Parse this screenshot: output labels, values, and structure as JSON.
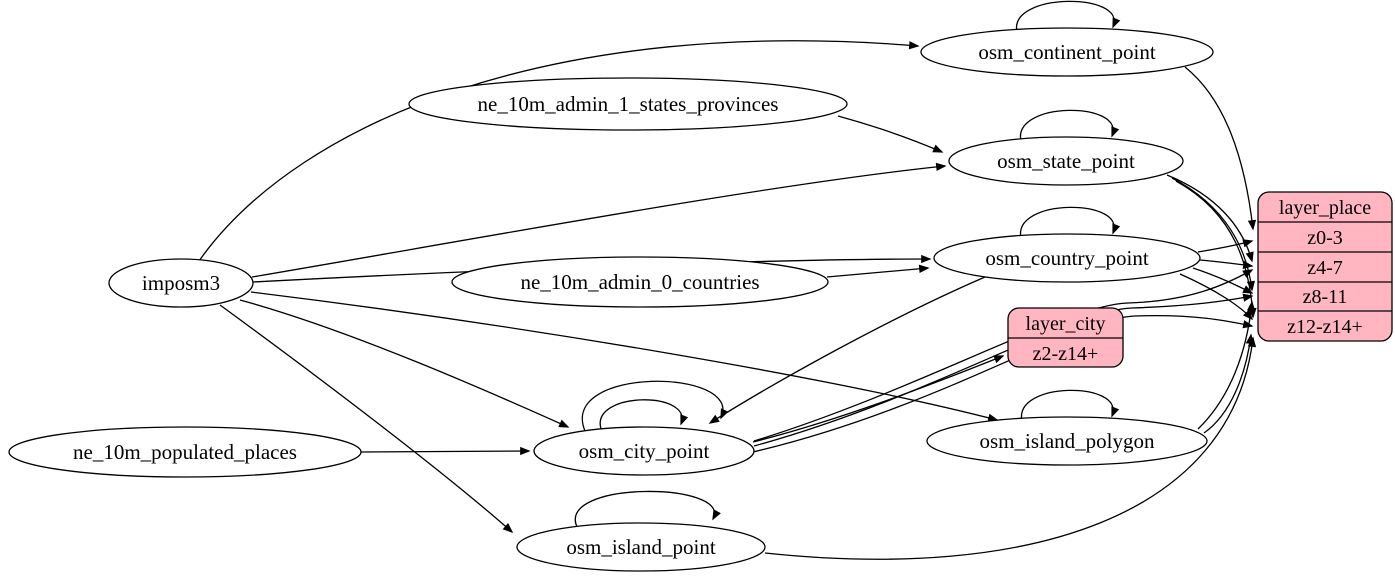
{
  "diagram": {
    "background": "#ffffff",
    "stroke_color": "#000000",
    "table_fill": "#ffffff",
    "layer_fill": "#ffb6c1"
  },
  "nodes": [
    {
      "id": "imposm3",
      "label": "imposm3",
      "kind": "source"
    },
    {
      "id": "ne_10m_admin_1_states_provinces",
      "label": "ne_10m_admin_1_states_provinces",
      "kind": "source"
    },
    {
      "id": "ne_10m_admin_0_countries",
      "label": "ne_10m_admin_0_countries",
      "kind": "source"
    },
    {
      "id": "ne_10m_populated_places",
      "label": "ne_10m_populated_places",
      "kind": "source"
    },
    {
      "id": "osm_continent_point",
      "label": "osm_continent_point",
      "kind": "table"
    },
    {
      "id": "osm_state_point",
      "label": "osm_state_point",
      "kind": "table"
    },
    {
      "id": "osm_country_point",
      "label": "osm_country_point",
      "kind": "table"
    },
    {
      "id": "osm_city_point",
      "label": "osm_city_point",
      "kind": "table"
    },
    {
      "id": "osm_island_polygon",
      "label": "osm_island_polygon",
      "kind": "table"
    },
    {
      "id": "osm_island_point",
      "label": "osm_island_point",
      "kind": "table"
    },
    {
      "id": "layer_city",
      "kind": "layer",
      "header": "layer_city",
      "rows": [
        "z2-z14+"
      ]
    },
    {
      "id": "layer_place",
      "kind": "layer",
      "header": "layer_place",
      "rows": [
        "z0-3",
        "z4-7",
        "z8-11",
        "z12-z14+"
      ]
    }
  ],
  "edges": [
    {
      "from": "imposm3",
      "to": "osm_continent_point"
    },
    {
      "from": "imposm3",
      "to": "osm_state_point"
    },
    {
      "from": "imposm3",
      "to": "osm_country_point"
    },
    {
      "from": "imposm3",
      "to": "osm_city_point"
    },
    {
      "from": "imposm3",
      "to": "osm_island_polygon"
    },
    {
      "from": "imposm3",
      "to": "osm_island_point"
    },
    {
      "from": "ne_10m_admin_1_states_provinces",
      "to": "osm_state_point"
    },
    {
      "from": "ne_10m_admin_0_countries",
      "to": "osm_country_point"
    },
    {
      "from": "ne_10m_populated_places",
      "to": "osm_city_point"
    },
    {
      "from": "osm_continent_point",
      "to": "osm_continent_point"
    },
    {
      "from": "osm_state_point",
      "to": "osm_state_point"
    },
    {
      "from": "osm_country_point",
      "to": "osm_country_point"
    },
    {
      "from": "osm_city_point",
      "to": "osm_city_point"
    },
    {
      "from": "osm_city_point",
      "to": "osm_city_point"
    },
    {
      "from": "osm_island_polygon",
      "to": "osm_island_polygon"
    },
    {
      "from": "osm_island_point",
      "to": "osm_island_point"
    },
    {
      "from": "osm_country_point",
      "to": "osm_city_point"
    },
    {
      "from": "osm_city_point",
      "to": "layer_city",
      "port": "z2-z14+"
    },
    {
      "from": "osm_continent_point",
      "to": "layer_place",
      "port": "z0-3"
    },
    {
      "from": "osm_country_point",
      "to": "layer_place",
      "port": "z0-3"
    },
    {
      "from": "osm_country_point",
      "to": "layer_place",
      "port": "z4-7"
    },
    {
      "from": "osm_country_point",
      "to": "layer_place",
      "port": "z8-11"
    },
    {
      "from": "osm_country_point",
      "to": "layer_place",
      "port": "z12-z14+"
    },
    {
      "from": "osm_state_point",
      "to": "layer_place",
      "port": "z4-7"
    },
    {
      "from": "osm_state_point",
      "to": "layer_place",
      "port": "z8-11"
    },
    {
      "from": "osm_state_point",
      "to": "layer_place",
      "port": "z12-z14+"
    },
    {
      "from": "osm_city_point",
      "to": "layer_place",
      "port": "z4-7"
    },
    {
      "from": "osm_city_point",
      "to": "layer_place",
      "port": "z8-11"
    },
    {
      "from": "osm_city_point",
      "to": "layer_place",
      "port": "z12-z14+"
    },
    {
      "from": "osm_island_polygon",
      "to": "layer_place",
      "port": "z8-11"
    },
    {
      "from": "osm_island_polygon",
      "to": "layer_place",
      "port": "z12-z14+"
    },
    {
      "from": "osm_island_point",
      "to": "layer_place",
      "port": "z12-z14+"
    }
  ]
}
